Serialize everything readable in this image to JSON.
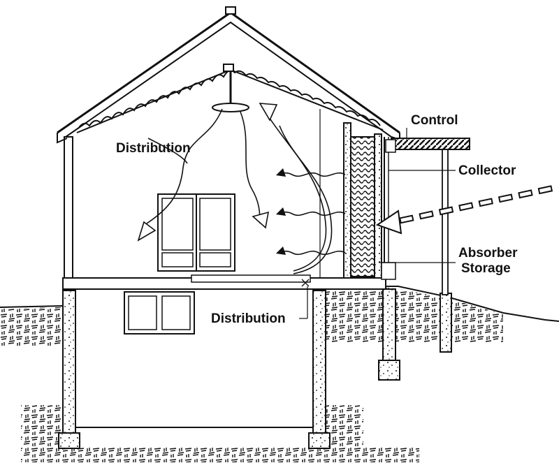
{
  "labels": {
    "distribution_upper": "Distribution",
    "distribution_lower": "Distribution",
    "control": "Control",
    "collector": "Collector",
    "absorber": "Absorber",
    "storage": "Storage"
  },
  "colors": {
    "ink": "#111111",
    "paper": "#ffffff"
  },
  "icons": {
    "ceiling_fan": "ceiling-fan-icon",
    "heat_arrows": "wavy-heat-arrow-icon",
    "sun_ray": "dashed-sunray-arrow-icon"
  }
}
